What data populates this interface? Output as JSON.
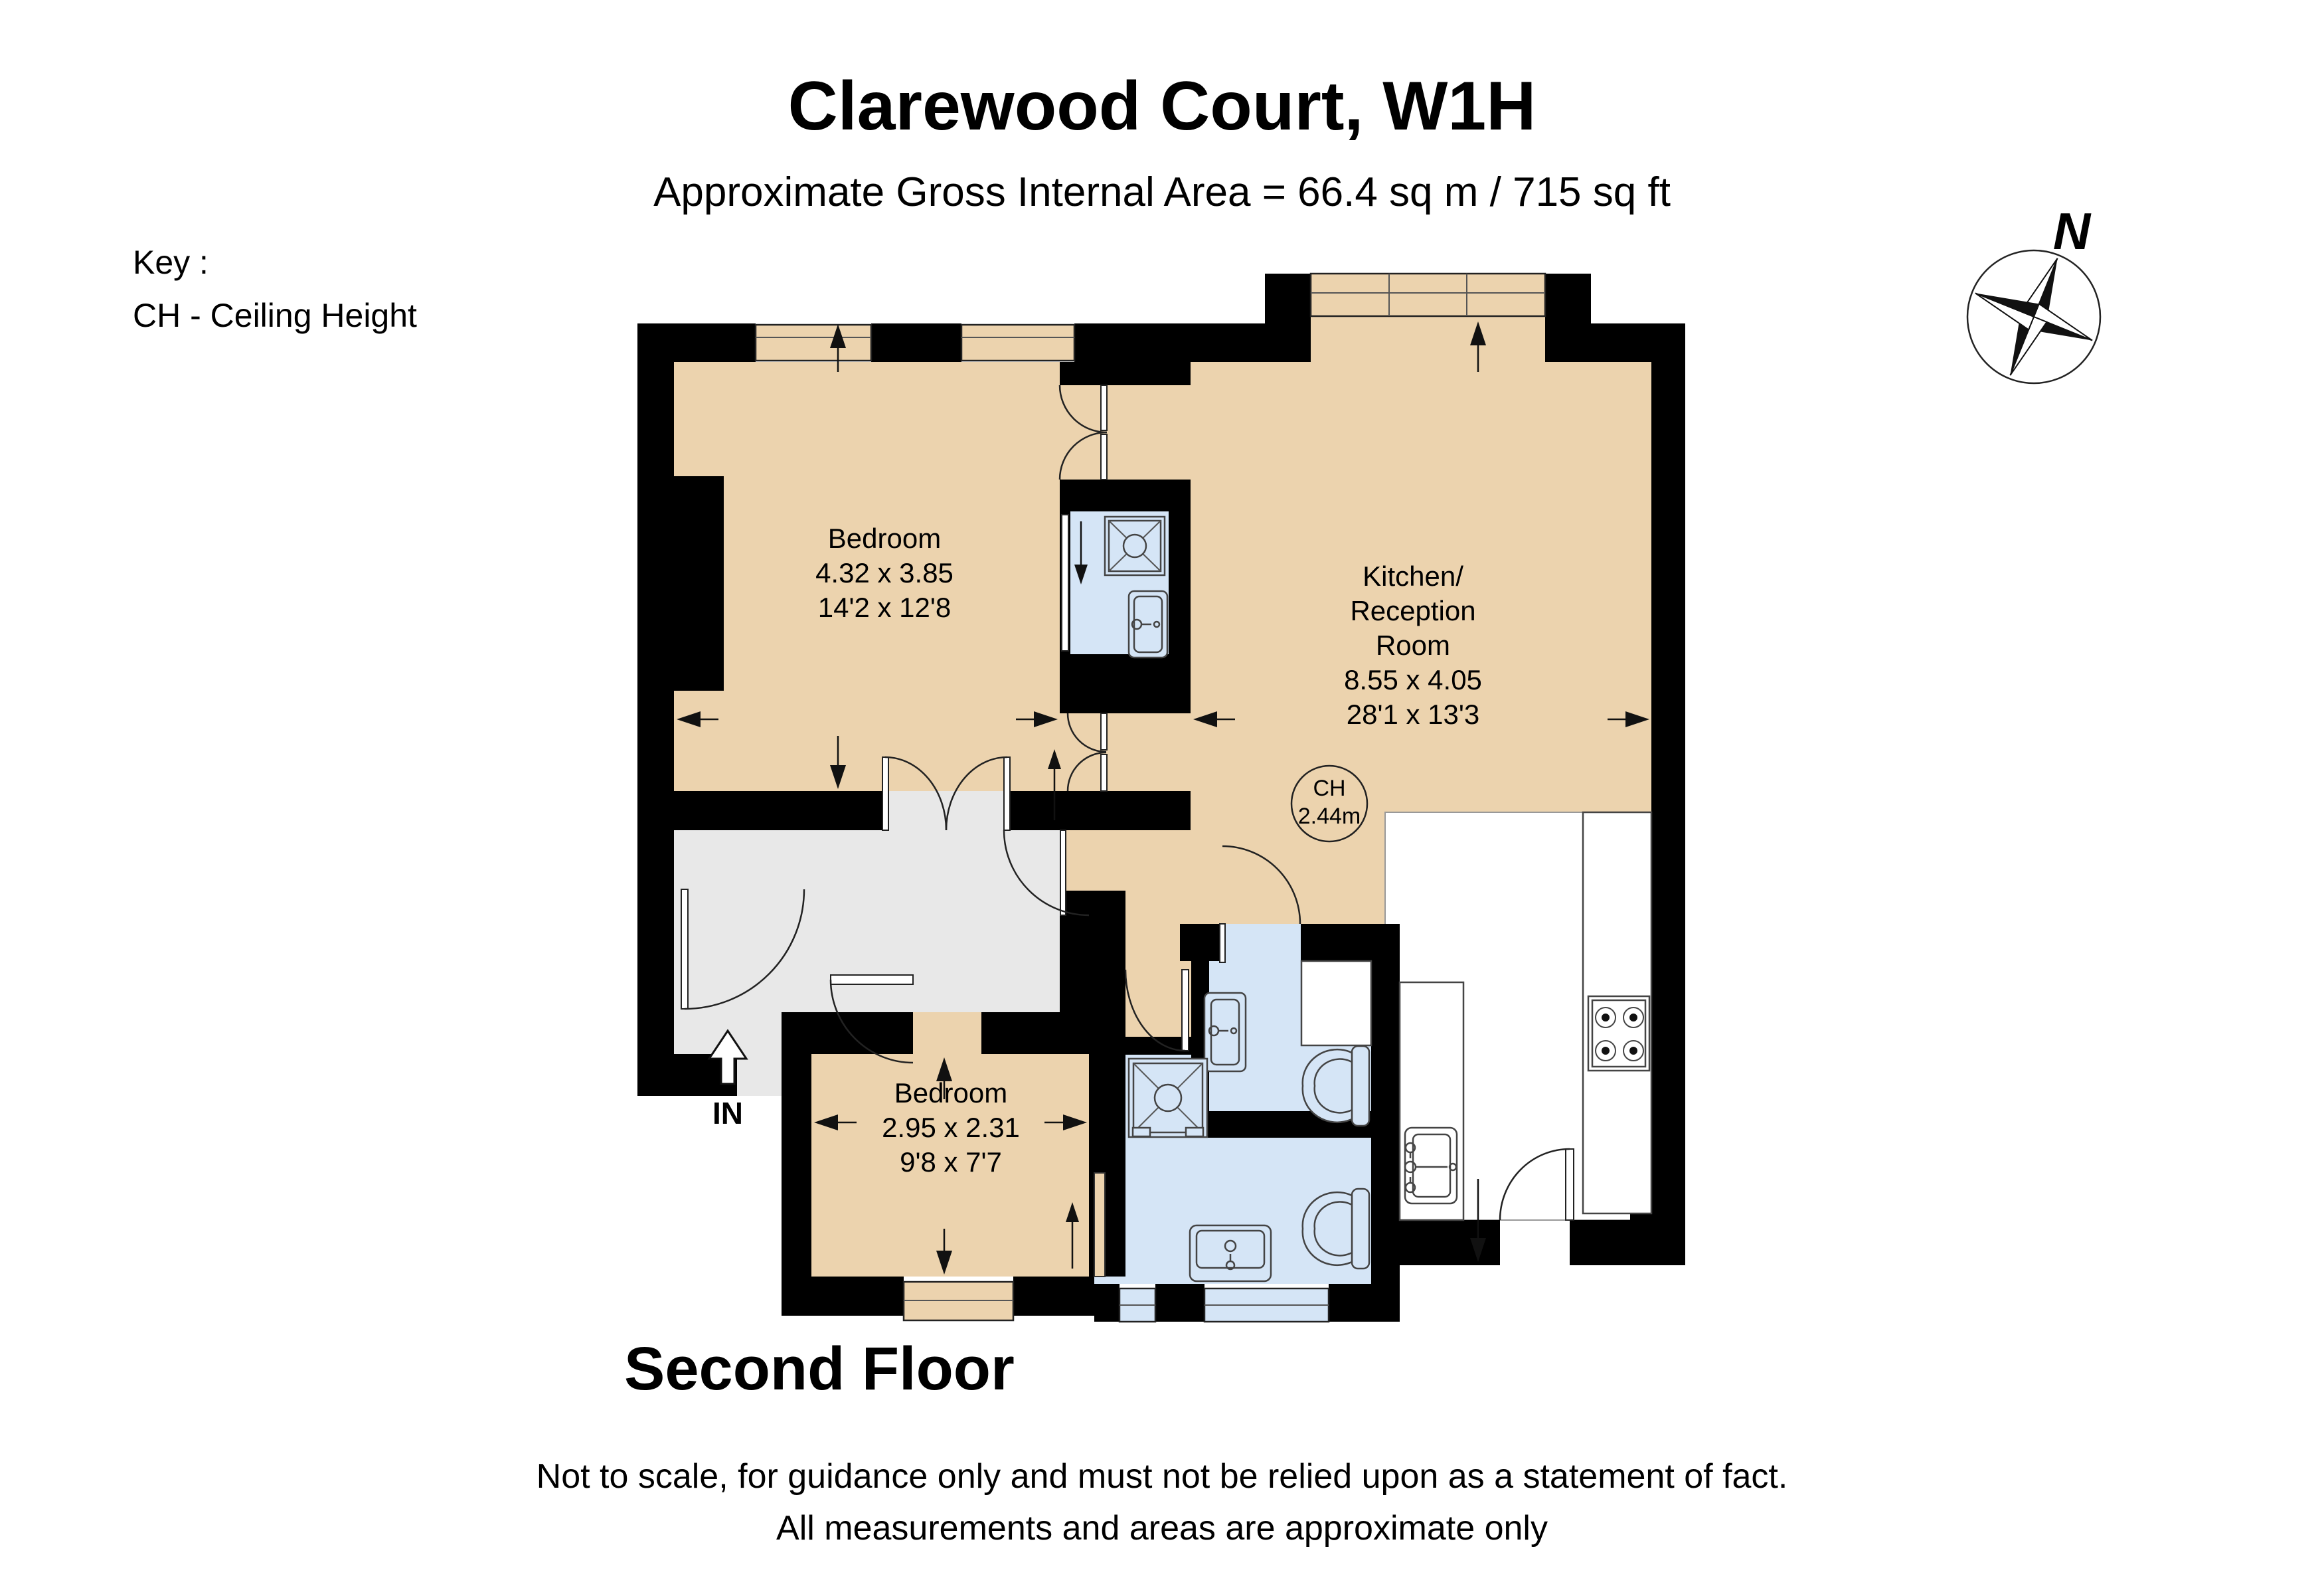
{
  "title": "Clarewood Court, W1H",
  "subtitle": "Approximate Gross Internal Area = 66.4 sq m /  715 sq ft",
  "key": {
    "heading": "Key :",
    "ceiling_height_entry": "CH - Ceiling Height"
  },
  "compass": {
    "north_label": "N"
  },
  "rooms": {
    "bedroom1": {
      "name": "Bedroom",
      "metric": "4.32 x 3.85",
      "imperial": "14'2 x 12'8"
    },
    "kitchen": {
      "name_line1": "Kitchen/",
      "name_line2": "Reception",
      "name_line3": "Room",
      "metric": "8.55 x 4.05",
      "imperial": "28'1 x 13'3"
    },
    "bedroom2": {
      "name": "Bedroom",
      "metric": "2.95 x 2.31",
      "imperial": "9'8 x 7'7"
    }
  },
  "ceiling_height_badge": {
    "line1": "CH",
    "line2": "2.44m"
  },
  "entrance_label": "IN",
  "floor_label": "Second Floor",
  "disclaimer": {
    "line1": "Not to scale, for guidance only and must not be relied upon as a statement of fact.",
    "line2": "All measurements and areas are approximate only"
  },
  "colors": {
    "room_fill": "#ecd3ae",
    "bathroom_fill": "#d5e5f6",
    "hall_fill": "#e8e8e8",
    "wall": "#000000",
    "background": "#ffffff"
  }
}
